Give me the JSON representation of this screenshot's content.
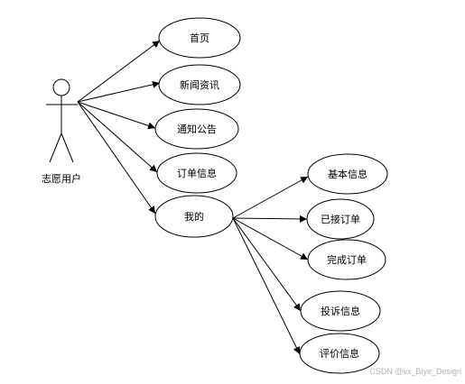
{
  "actor": {
    "label": "志愿用户"
  },
  "use_cases": {
    "home": "首页",
    "news": "新闻资讯",
    "notice": "通知公告",
    "order_info": "订单信息",
    "mine": "我的",
    "basic_info": "基本信息",
    "accepted_orders": "已接订单",
    "completed_orders": "完成订单",
    "complaint_info": "投诉信息",
    "review_info": "评价信息"
  },
  "watermark": "CSDN @vx_Biye_Design"
}
